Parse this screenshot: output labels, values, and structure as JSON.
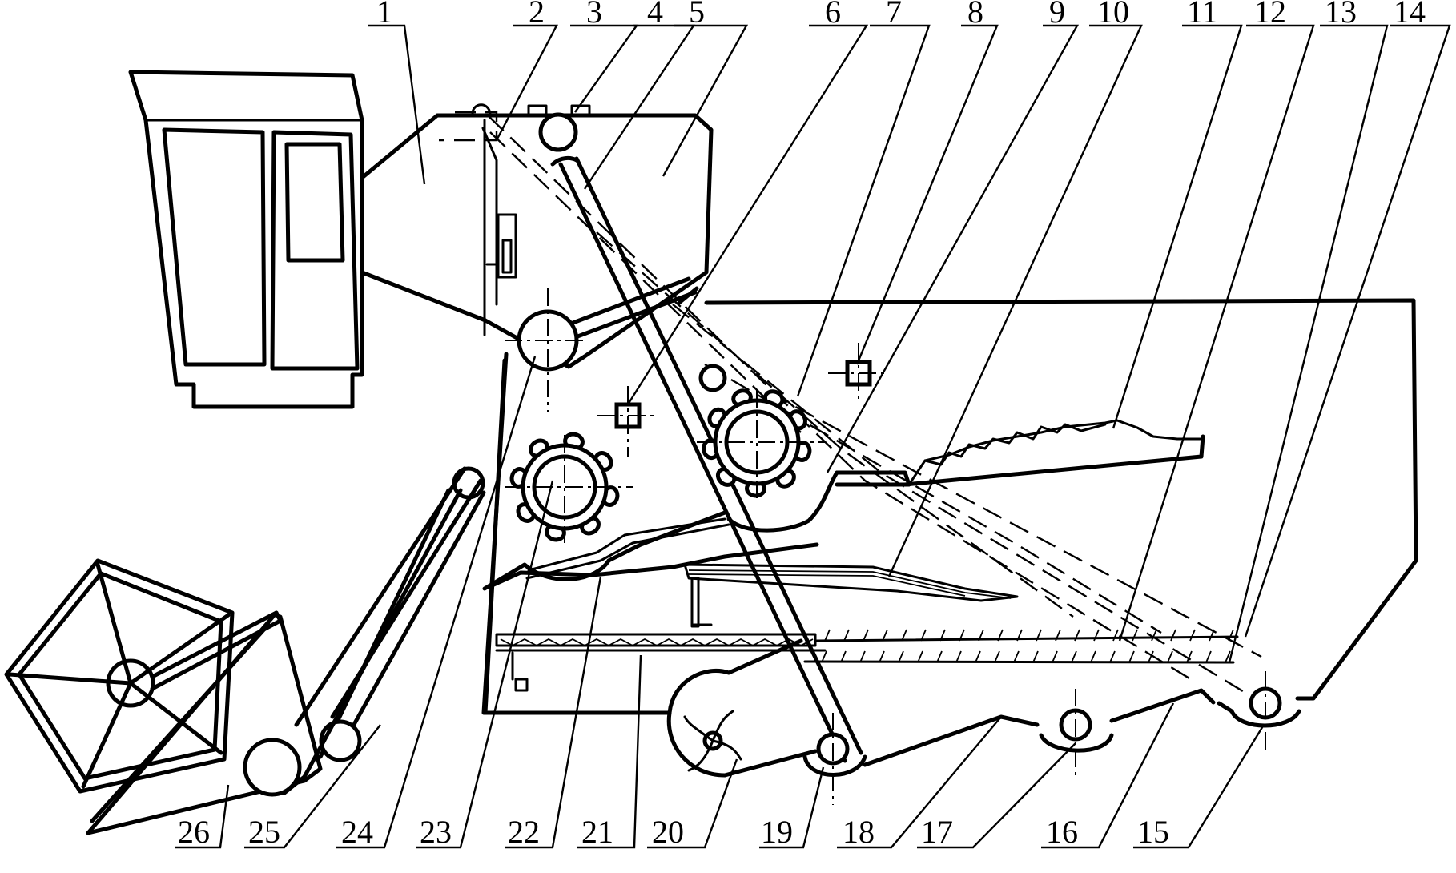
{
  "top_labels": [
    "1",
    "2",
    "3",
    "4",
    "5",
    "6",
    "7",
    "8",
    "9",
    "10",
    "11",
    "12",
    "13",
    "14"
  ],
  "bottom_labels": [
    "26",
    "25",
    "24",
    "23",
    "22",
    "21",
    "20",
    "19",
    "18",
    "17",
    "16",
    "15"
  ]
}
